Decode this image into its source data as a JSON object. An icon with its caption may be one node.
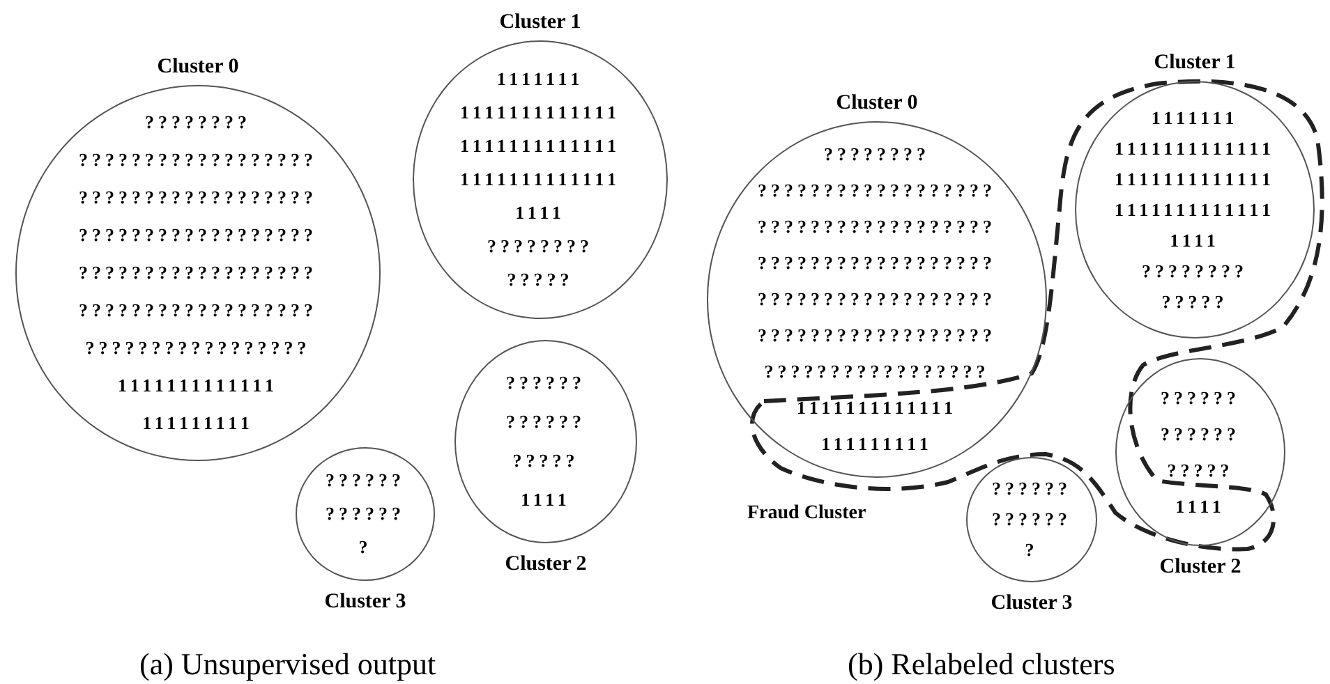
{
  "diagram": {
    "nodes": [
      {
        "text": [
          "Cluster 0",
          "????????",
          "??????????????????",
          "??????????????????",
          "??????????????????",
          "??????????????????",
          "??????????????????",
          "?????????????????",
          "1111111111111",
          "111111111"
        ]
      },
      {
        "text": [
          "Cluster 1",
          "1111111",
          "1111111111111",
          "1111111111111",
          "1111111111111",
          "1111",
          "????????",
          "?????"
        ]
      },
      {
        "text": [
          "??????",
          "??????",
          "?????",
          "1111",
          "Cluster 2"
        ]
      },
      {
        "text": [
          "??????",
          "??????",
          "?",
          "Cluster 3"
        ]
      },
      {
        "text": [
          "Cluster 0",
          "????????",
          "??????????????????",
          "??????????????????",
          "??????????????????",
          "??????????????????",
          "??????????????????",
          "?????????????????",
          "1111111111111",
          "111111111"
        ]
      },
      {
        "text": [
          "Cluster 1",
          "1111111",
          "1111111111111",
          "1111111111111",
          "1111111111111",
          "1111",
          "????????",
          "?????"
        ]
      },
      {
        "text": [
          "??????",
          "??????",
          "?????",
          "1111",
          "Cluster 2"
        ]
      },
      {
        "text": [
          "??????",
          "??????",
          "?",
          "Cluster 3"
        ]
      }
    ],
    "labels": [
      "Fraud Cluster",
      "(a) Unsupervised output",
      "(b) Relabeled clusters"
    ]
  }
}
